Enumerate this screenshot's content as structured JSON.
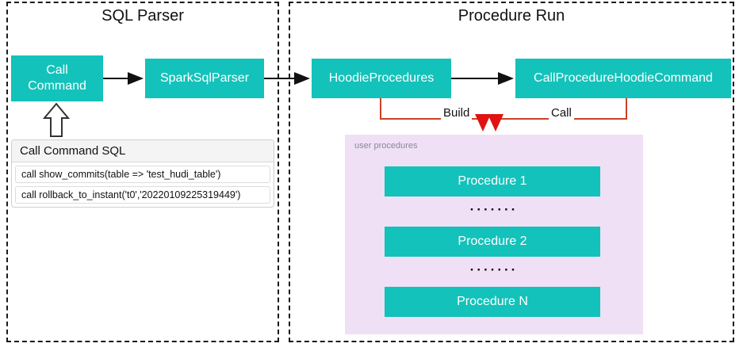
{
  "sections": {
    "sql_parser": {
      "title": "SQL Parser"
    },
    "procedure_run": {
      "title": "Procedure Run"
    }
  },
  "nodes": {
    "call_command": "Call Command",
    "spark_sql_parser": "SparkSqlParser",
    "hoodie_procedures": "HoodieProcedures",
    "call_procedure_hoodie_command": "CallProcedureHoodieCommand"
  },
  "edge_labels": {
    "build": "Build",
    "call": "Call"
  },
  "sql_table": {
    "header": "Call Command SQL",
    "rows": [
      "call show_commits(table => 'test_hudi_table')",
      "call rollback_to_instant('t0','20220109225319449')"
    ]
  },
  "user_procedures": {
    "title": "user procedures",
    "items": [
      "Procedure 1",
      "Procedure 2",
      "Procedure N"
    ],
    "dots": "·······"
  },
  "colors": {
    "node_teal": "#13c2ba",
    "panel_lavender": "#f0e0f6",
    "connector_orange": "#cc4125",
    "arrowhead_red": "#e01212",
    "arrow_black": "#111111"
  }
}
